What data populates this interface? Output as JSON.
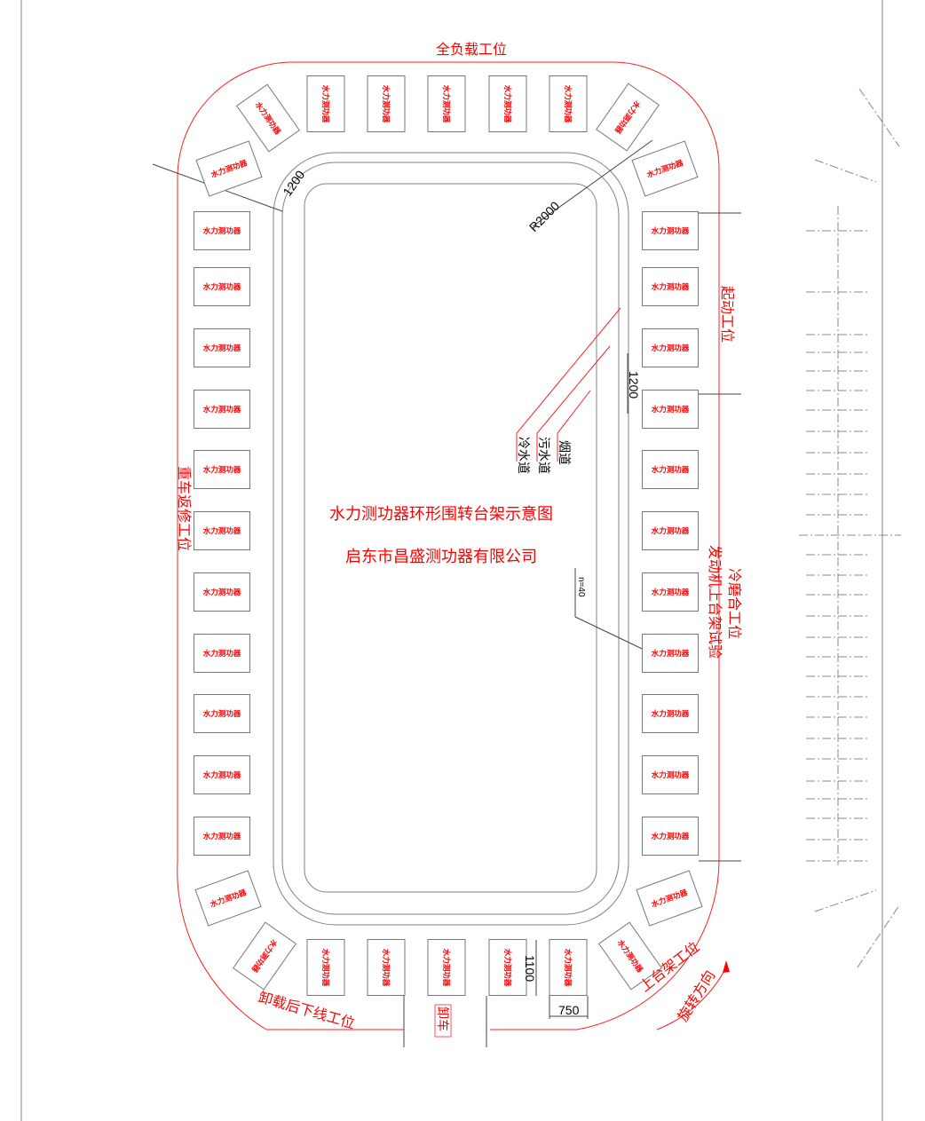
{
  "title": "水力测功器环形围转台架示意图",
  "company": "启东市昌盛测功器有限公司",
  "dynamometer_label": "水力测功器",
  "dynamometer_count": 40,
  "stations": {
    "full_load": "全负载工位",
    "start": "起动工位",
    "repair": "重车返修工位",
    "cold_run": "冷磨合工位",
    "engine_test": "发动机上台架试验",
    "unload": "卸载后下线工位",
    "load": "上台架工位",
    "rotation": "旋转方向",
    "unload_car": "卸车"
  },
  "channels": {
    "flue": "烟道",
    "sewage": "污水道",
    "cold_water": "冷水道"
  },
  "dimensions": {
    "corner_spacing": "1200",
    "radius": "R2000",
    "side_spacing": "1200",
    "box_length": "1100",
    "box_width": "750",
    "count": "n=40"
  },
  "colors": {
    "annotation": "#ff0000",
    "lines": "#808080"
  }
}
